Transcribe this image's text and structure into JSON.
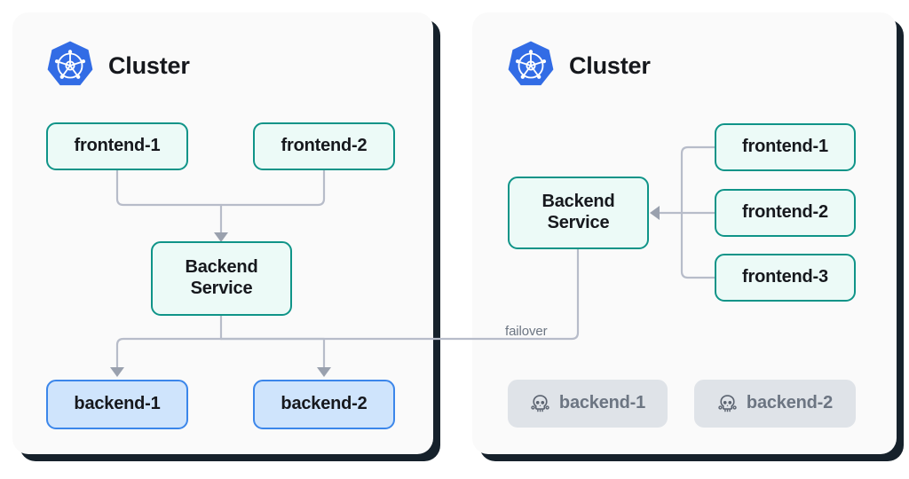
{
  "page": {
    "background": "#ffffff",
    "panel_background": "#fafafa",
    "shadow_color": "#16212b"
  },
  "colors": {
    "k8s_blue": "#326ce5",
    "teal_border": "#0f9488",
    "teal_fill": "#ecfaf7",
    "blue_border": "#3b86ea",
    "blue_fill": "#cfe4fc",
    "dead_fill": "#dfe3e8",
    "dead_text": "#6c7582",
    "edge_line": "#b7bcc9",
    "text": "#16181d"
  },
  "panels": [
    {
      "id": "cluster-healthy",
      "header": {
        "icon": "kubernetes-icon",
        "title": "Cluster"
      },
      "nodes": [
        {
          "id": "frontend-1",
          "label": "frontend-1",
          "kind": "frontend"
        },
        {
          "id": "frontend-2",
          "label": "frontend-2",
          "kind": "frontend"
        },
        {
          "id": "backend-service",
          "label": "Backend\nService",
          "line1": "Backend",
          "line2": "Service",
          "kind": "service"
        },
        {
          "id": "backend-1",
          "label": "backend-1",
          "kind": "backend"
        },
        {
          "id": "backend-2",
          "label": "backend-2",
          "kind": "backend"
        }
      ]
    },
    {
      "id": "cluster-failover",
      "header": {
        "icon": "kubernetes-icon",
        "title": "Cluster"
      },
      "nodes": [
        {
          "id": "frontend-1",
          "label": "frontend-1",
          "kind": "frontend"
        },
        {
          "id": "frontend-2",
          "label": "frontend-2",
          "kind": "frontend"
        },
        {
          "id": "frontend-3",
          "label": "frontend-3",
          "kind": "frontend"
        },
        {
          "id": "backend-service",
          "label": "Backend\nService",
          "line1": "Backend",
          "line2": "Service",
          "kind": "service"
        },
        {
          "id": "backend-1",
          "label": "backend-1",
          "kind": "dead",
          "icon": "skull-icon"
        },
        {
          "id": "backend-2",
          "label": "backend-2",
          "kind": "dead",
          "icon": "skull-icon"
        }
      ]
    }
  ],
  "edges": {
    "failover_label": "failover"
  }
}
